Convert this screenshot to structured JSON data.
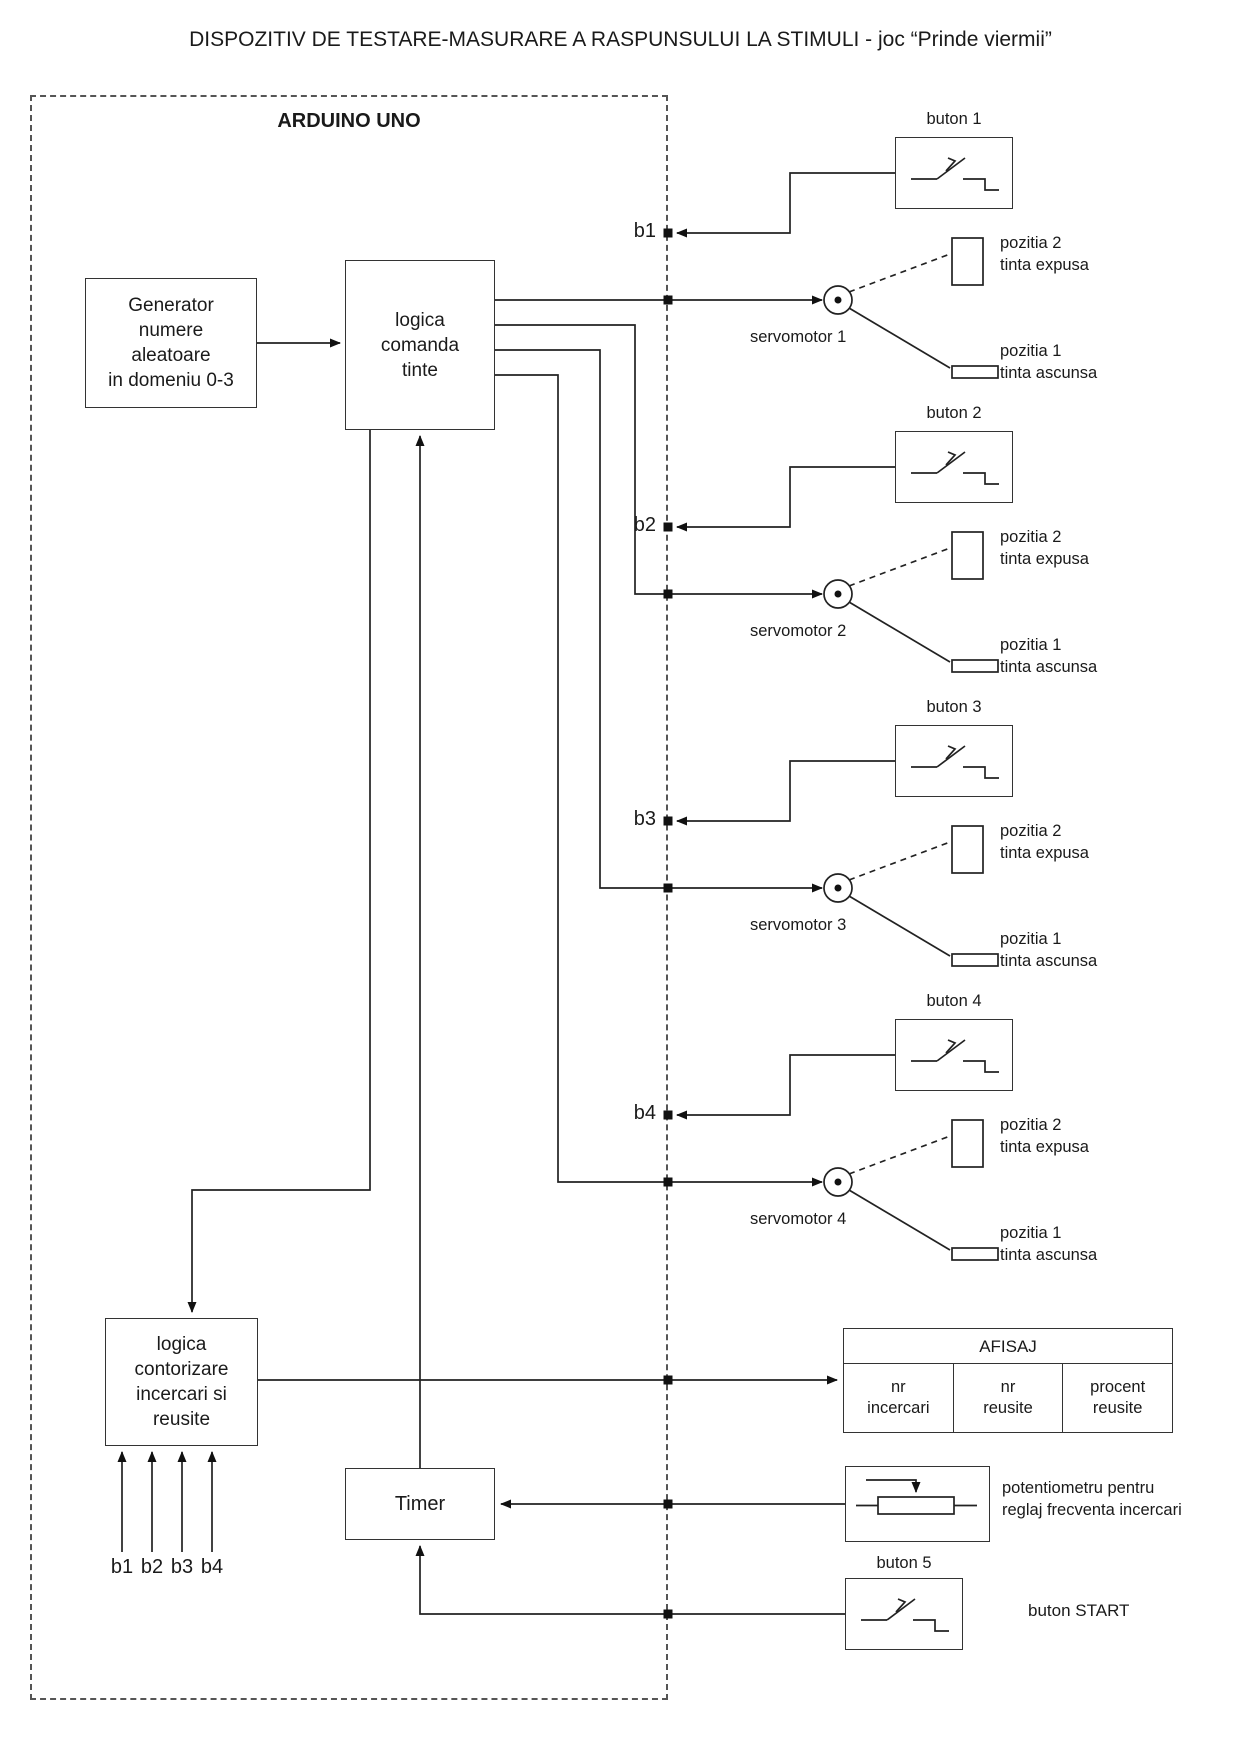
{
  "title": "DISPOZITIV DE TESTARE-MASURARE A RASPUNSULUI LA STIMULI - joc “Prinde viermii”",
  "arduino": {
    "label": "ARDUINO UNO",
    "generator_box": "Generator\nnumere\naleatoare\nin domeniu 0-3",
    "logica_comanda_box": "logica\ncomanda\ntinte",
    "logica_contorizare_box": "logica\ncontorizare\nincercari si\nreusite",
    "timer_box": "Timer",
    "bottom_inputs": [
      "b1",
      "b2",
      "b3",
      "b4"
    ]
  },
  "channels": [
    {
      "buton_label": "buton 1",
      "port_label": "b1",
      "servo_label": "servomotor 1",
      "pozitia2_label": "pozitia 2\ntinta expusa",
      "pozitia1_label": "pozitia 1\ntinta ascunsa"
    },
    {
      "buton_label": "buton 2",
      "port_label": "b2",
      "servo_label": "servomotor 2",
      "pozitia2_label": "pozitia 2\ntinta expusa",
      "pozitia1_label": "pozitia 1\ntinta ascunsa"
    },
    {
      "buton_label": "buton 3",
      "port_label": "b3",
      "servo_label": "servomotor 3",
      "pozitia2_label": "pozitia 2\ntinta expusa",
      "pozitia1_label": "pozitia 1\ntinta ascunsa"
    },
    {
      "buton_label": "buton 4",
      "port_label": "b4",
      "servo_label": "servomotor 4",
      "pozitia2_label": "pozitia 2\ntinta expusa",
      "pozitia1_label": "pozitia 1\ntinta ascunsa"
    }
  ],
  "afisaj": {
    "title": "AFISAJ",
    "cells": [
      "nr\nincercari",
      "nr\nreusite",
      "procent\nreusite"
    ]
  },
  "potentiometru": {
    "label": "potentiometru pentru\nreglaj frecventa incercari"
  },
  "buton5": {
    "label": "buton 5",
    "note": "buton START"
  }
}
